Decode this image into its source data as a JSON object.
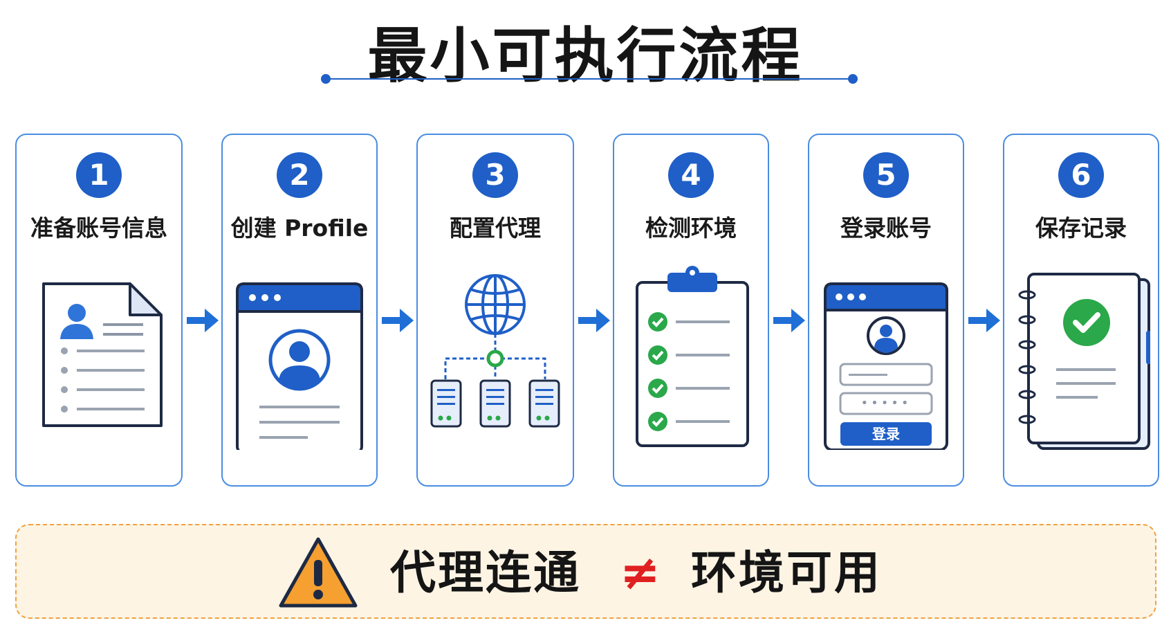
{
  "title": "最小可执行流程",
  "steps": [
    {
      "number": "1",
      "label": "准备账号信息"
    },
    {
      "number": "2",
      "label": "创建 Profile"
    },
    {
      "number": "3",
      "label": "配置代理"
    },
    {
      "number": "4",
      "label": "检测环境"
    },
    {
      "number": "5",
      "label": "登录账号"
    },
    {
      "number": "6",
      "label": "保存记录"
    }
  ],
  "login_button_label": "登录",
  "password_mask": "•••••",
  "warning": {
    "left_text": "代理连通",
    "operator": "≠",
    "right_text": "环境可用"
  },
  "colors": {
    "primary_blue": "#1f5fc7",
    "card_border": "#4a8de2",
    "check_green": "#2aa84a",
    "warning_orange": "#f5a030",
    "warning_bg": "#fdf4e4",
    "not_equal_red": "#e02020"
  }
}
